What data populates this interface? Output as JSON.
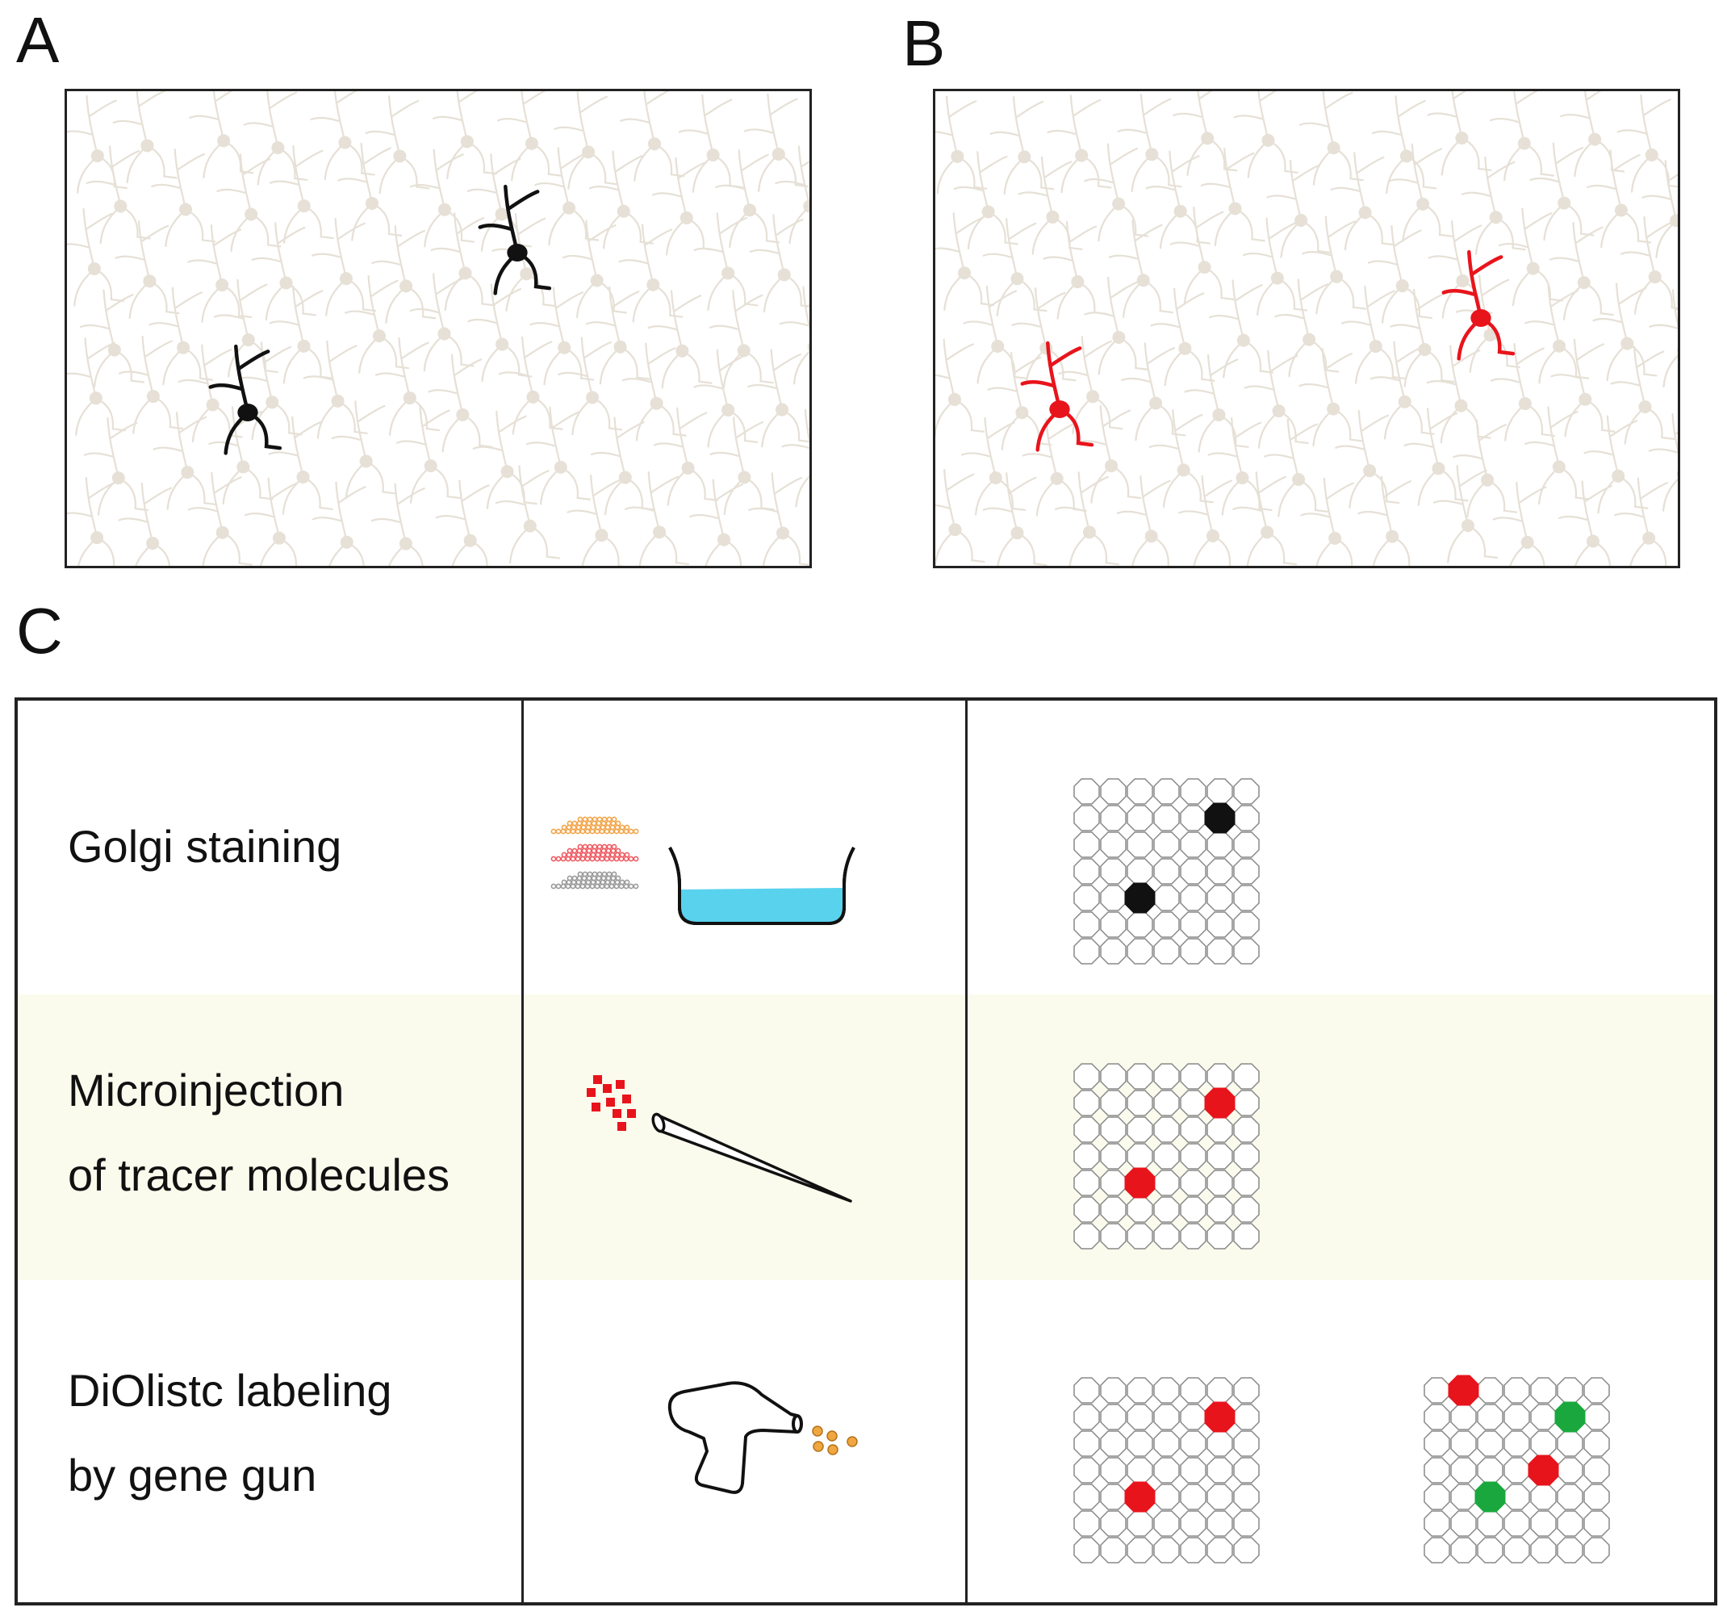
{
  "panels": {
    "a_label": "A",
    "b_label": "B",
    "c_label": "C"
  },
  "colors": {
    "background_neuron": "#e6e0d6",
    "golgi_neuron": "#111111",
    "tracer_neuron": "#e8141c",
    "highlight_row": "#fafbec",
    "bath_liquid": "#59d2ee",
    "golgi_reagent_1": "#f2a54a",
    "golgi_reagent_2": "#ef5a62",
    "golgi_reagent_3": "#9a9a9a",
    "red_cell": "#e8141c",
    "green_cell": "#1aa83e",
    "black_cell": "#111111",
    "gene_gun_particle": "#f0a641"
  },
  "methods": [
    {
      "lines": [
        "Golgi staining"
      ],
      "tool_icon": "reagent-bath-icon",
      "labeled_cell_color": "black"
    },
    {
      "lines": [
        "Microinjection",
        "of tracer molecules"
      ],
      "tool_icon": "micropipette-icon",
      "labeled_cell_color": "red",
      "highlighted": true
    },
    {
      "lines": [
        "DiOlistc labeling",
        "by gene gun"
      ],
      "tool_icon": "gene-gun-icon",
      "labeled_cell_color": "red and green"
    }
  ]
}
